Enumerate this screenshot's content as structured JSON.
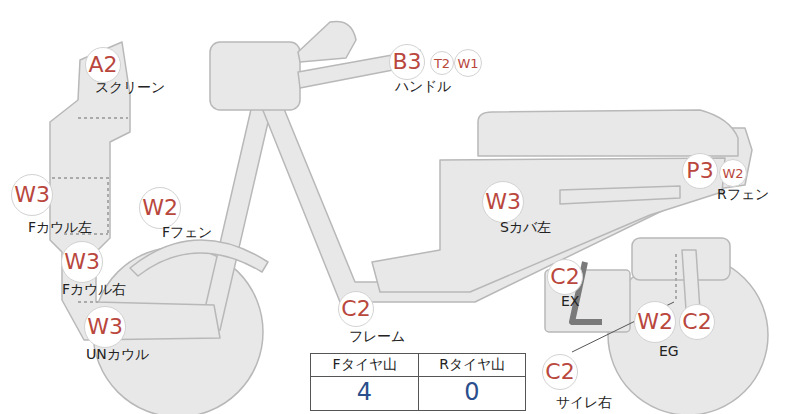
{
  "diagram": {
    "nodes": [
      {
        "text": [
          "A2"
        ]
      },
      {
        "text": [
          "B3"
        ]
      },
      {
        "text": [
          "T2"
        ]
      },
      {
        "text": [
          "W1"
        ]
      },
      {
        "text": [
          "W3"
        ]
      },
      {
        "text": [
          "W2"
        ]
      },
      {
        "text": [
          "W3"
        ]
      },
      {
        "text": [
          "P3"
        ]
      },
      {
        "text": [
          "W2"
        ]
      },
      {
        "text": [
          "W3"
        ]
      },
      {
        "text": [
          "C2"
        ]
      },
      {
        "text": [
          "W3"
        ]
      },
      {
        "text": [
          "C2"
        ]
      },
      {
        "text": [
          "W2"
        ]
      },
      {
        "text": [
          "C2"
        ]
      },
      {
        "text": [
          "C2"
        ]
      }
    ],
    "labels": [
      "スクリーン",
      "ハンドル",
      "Fカウル左",
      "Fフェン",
      "Sカバ左",
      "Rフェン",
      "Fカウル右",
      "EX",
      "フレーム",
      "UNカウル",
      "EG",
      "Fタイヤ山",
      "Rタイヤ山",
      "4",
      "0",
      "サイレ右"
    ]
  }
}
